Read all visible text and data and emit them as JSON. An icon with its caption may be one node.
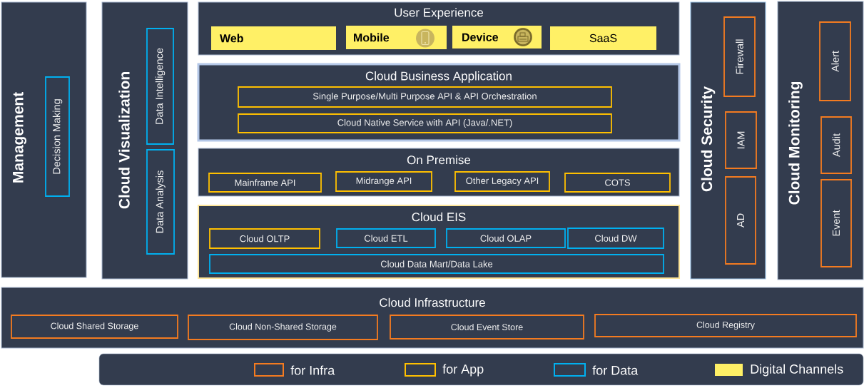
{
  "diagram": {
    "nodes": [
      {
        "text": [
          "Management"
        ]
      },
      {
        "text": [
          "Decision Making"
        ],
        "in": 0
      },
      {
        "text": [
          "Cloud Visualization"
        ]
      },
      {
        "text": [
          "Data Intelligence"
        ],
        "in": 2
      },
      {
        "text": [
          "Data Analysis"
        ],
        "in": 2
      },
      {
        "text": [
          "User Experience"
        ]
      },
      {
        "text": [
          "Web"
        ],
        "in": 5
      },
      {
        "text": [
          "Mobile"
        ],
        "in": 5
      },
      {
        "text": [
          "Device"
        ],
        "in": 5
      },
      {
        "text": [
          "SaaS"
        ],
        "in": 5
      },
      {
        "text": [
          "Cloud Business Application"
        ]
      },
      {
        "text": [
          "Single Purpose/Multi Purpose API & API Orchestration"
        ],
        "in": 10
      },
      {
        "text": [
          "Cloud Native Service with API (Java/.NET)"
        ],
        "in": 10
      },
      {
        "text": [
          "On Premise"
        ]
      },
      {
        "text": [
          "Mainframe API"
        ],
        "in": 13
      },
      {
        "text": [
          "Midrange API"
        ],
        "in": 13
      },
      {
        "text": [
          "Other Legacy API"
        ],
        "in": 13
      },
      {
        "text": [
          "COTS"
        ],
        "in": 13
      },
      {
        "text": [
          "Cloud EIS"
        ]
      },
      {
        "text": [
          "Cloud OLTP"
        ],
        "in": 18
      },
      {
        "text": [
          "Cloud ETL"
        ],
        "in": 18
      },
      {
        "text": [
          "Cloud OLAP"
        ],
        "in": 18
      },
      {
        "text": [
          "Cloud DW"
        ],
        "in": 18
      },
      {
        "text": [
          "Cloud Data Mart/Data Lake"
        ],
        "in": 18
      },
      {
        "text": [
          "Cloud Security"
        ]
      },
      {
        "text": [
          "Firewall"
        ],
        "in": 24
      },
      {
        "text": [
          "IAM"
        ],
        "in": 24
      },
      {
        "text": [
          "AD"
        ],
        "in": 24
      },
      {
        "text": [
          "Cloud Monitoring"
        ]
      },
      {
        "text": [
          "Alert"
        ],
        "in": 28
      },
      {
        "text": [
          "Audit"
        ],
        "in": 28
      },
      {
        "text": [
          "Event"
        ],
        "in": 28
      },
      {
        "text": [
          "Cloud Infrastructure"
        ]
      },
      {
        "text": [
          "Cloud Shared Storage"
        ],
        "in": 32
      },
      {
        "text": [
          "Cloud Non-Shared Storage"
        ],
        "in": 32
      },
      {
        "text": [
          "Cloud Event Store"
        ],
        "in": 32
      },
      {
        "text": [
          "Cloud Registry"
        ],
        "in": 32
      }
    ],
    "legend": [
      {
        "text": "for Infra",
        "color": "#f47b20"
      },
      {
        "text": "for App",
        "color": "#ffc000"
      },
      {
        "text": "for Data",
        "color": "#00b0f0"
      },
      {
        "text": "Digital Channels",
        "color": "#fff066"
      }
    ]
  }
}
